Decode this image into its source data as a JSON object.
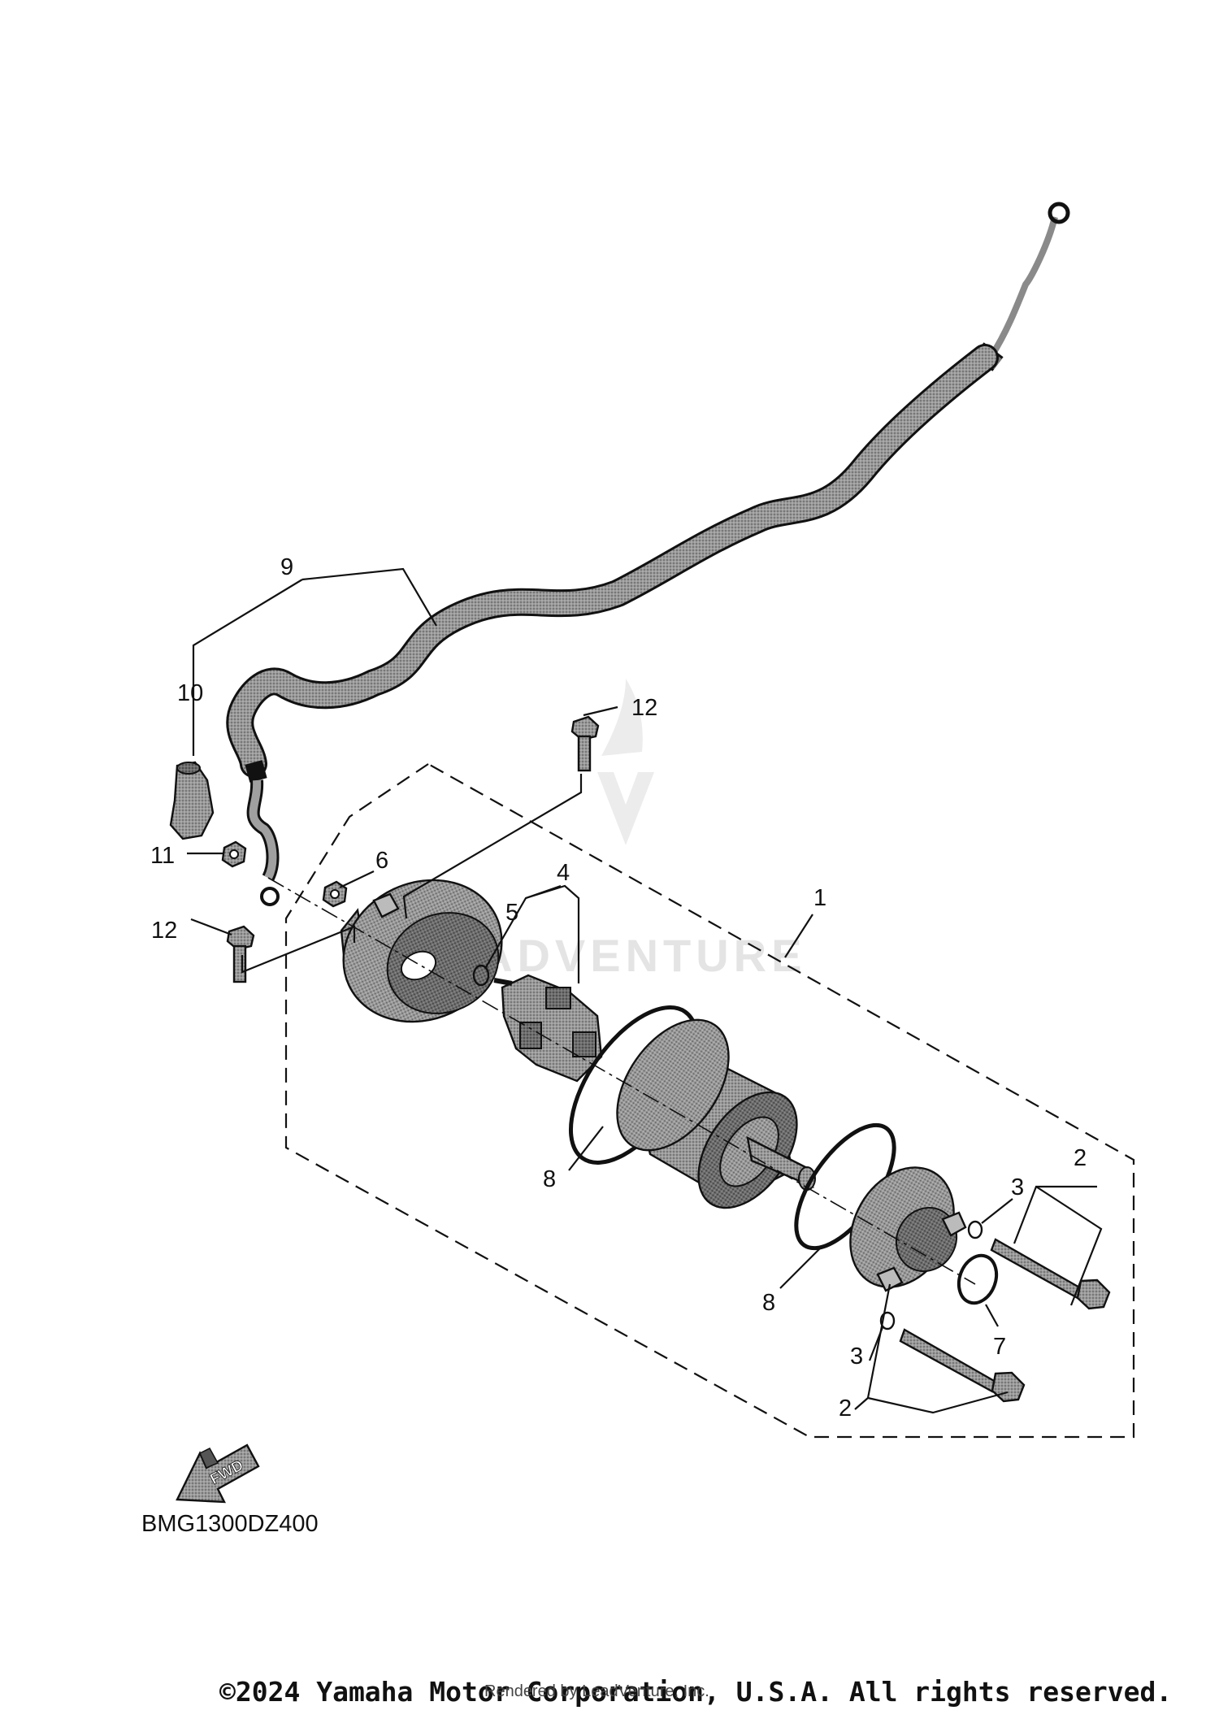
{
  "diagram": {
    "code": "BMG1300DZ400",
    "copyright": "©2024 Yamaha Motor Corporation, U.S.A. All rights reserved.",
    "rendered_by": "Rendered by LeadVenture, Inc.",
    "watermark": "ADVENTURE",
    "fwd_label": "FWD",
    "callouts": {
      "c1": "1",
      "c2a": "2",
      "c2b": "2",
      "c3a": "3",
      "c3b": "3",
      "c4": "4",
      "c5": "5",
      "c6": "6",
      "c7": "7",
      "c8a": "8",
      "c8b": "8",
      "c9": "9",
      "c10": "10",
      "c11": "11",
      "c12a": "12",
      "c12b": "12"
    }
  }
}
